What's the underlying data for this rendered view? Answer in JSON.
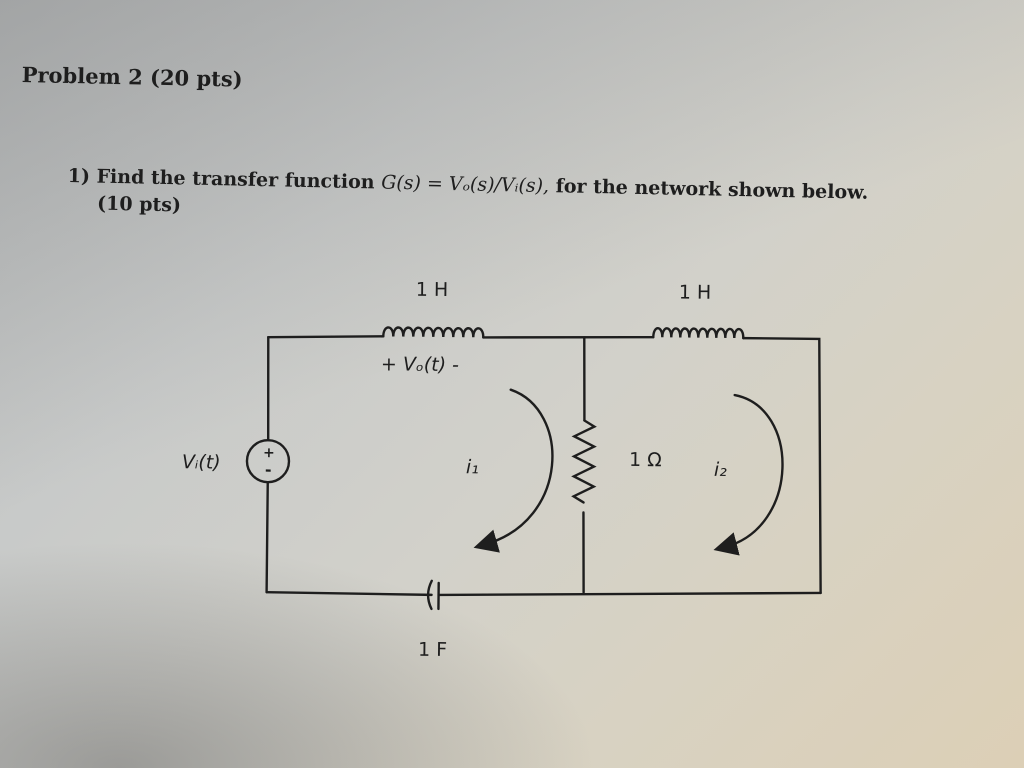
{
  "problem": {
    "title": "Problem 2 (20 pts)"
  },
  "question": {
    "number": "1)",
    "text_before": "Find the transfer function",
    "formula": "G(s) = Vₒ(s)/Vᵢ(s),",
    "text_after": "for the network shown below.",
    "points": "(10 pts)"
  },
  "circuit": {
    "inductor_left_label": "1 H",
    "inductor_right_label": "1 H",
    "output_voltage_label": "+ Vₒ(t) -",
    "source_label": "Vᵢ(t)",
    "source_plus": "+",
    "source_minus": "-",
    "resistor_label": "1 Ω",
    "capacitor_label": "1 F",
    "loop_current_1": "i₁",
    "loop_current_2": "i₂"
  },
  "colors": {
    "ink": "#1e1e1e",
    "paper": "#d2d1ca"
  }
}
